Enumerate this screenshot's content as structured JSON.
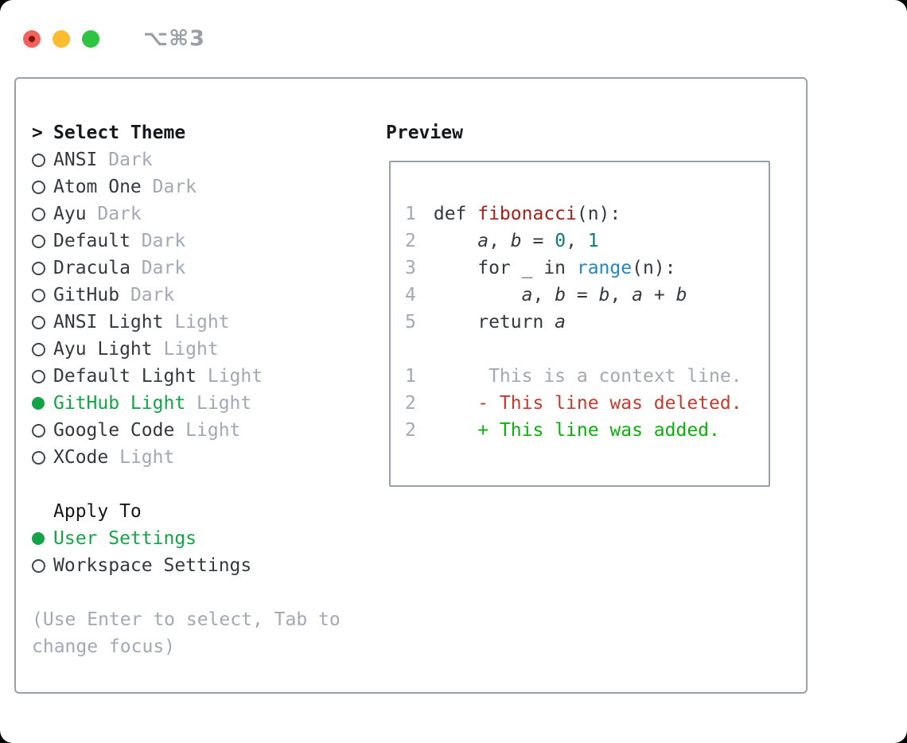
{
  "colors": {
    "border": "#98a1ab",
    "fg": "#34383f",
    "fg-dark": "#16181c",
    "muted": "#a0a9b4",
    "green-select": "#14a447",
    "add": "#0cb00c",
    "del": "#c33b2e",
    "func": "#a52016",
    "numlit": "#0c7b77",
    "builtin": "#2287c9",
    "title-gray": "#989fa5",
    "tl-red": "#f4615a",
    "tl-red-dot": "#7c1512",
    "tl-yellow": "#fbbc2e",
    "tl-green": "#2fc342"
  },
  "window": {
    "title": "⌥⌘3"
  },
  "theme_picker": {
    "header_prefix": ">",
    "header_label": "Select Theme",
    "themes": [
      {
        "name": "ANSI",
        "variant": "Dark",
        "selected": false
      },
      {
        "name": "Atom One",
        "variant": "Dark",
        "selected": false
      },
      {
        "name": "Ayu",
        "variant": "Dark",
        "selected": false
      },
      {
        "name": "Default",
        "variant": "Dark",
        "selected": false
      },
      {
        "name": "Dracula",
        "variant": "Dark",
        "selected": false
      },
      {
        "name": "GitHub",
        "variant": "Dark",
        "selected": false
      },
      {
        "name": "ANSI Light",
        "variant": "Light",
        "selected": false
      },
      {
        "name": "Ayu Light",
        "variant": "Light",
        "selected": false
      },
      {
        "name": "Default Light",
        "variant": "Light",
        "selected": false
      },
      {
        "name": "GitHub Light",
        "variant": "Light",
        "selected": true
      },
      {
        "name": "Google Code",
        "variant": "Light",
        "selected": false
      },
      {
        "name": "XCode",
        "variant": "Light",
        "selected": false
      }
    ],
    "apply_to_label": "Apply To",
    "apply_options": [
      {
        "name": "User Settings",
        "selected": true
      },
      {
        "name": "Workspace Settings",
        "selected": false
      }
    ],
    "help_text": "(Use Enter to select, Tab to change focus)"
  },
  "preview": {
    "title": "Preview",
    "lines": [
      {
        "num": "1",
        "tokens": [
          {
            "t": "def ",
            "c": "fg"
          },
          {
            "t": "fibonacci",
            "c": "func"
          },
          {
            "t": "(n):",
            "c": "fg"
          }
        ]
      },
      {
        "num": "2",
        "tokens": [
          {
            "t": "    ",
            "c": "fg"
          },
          {
            "t": "a",
            "c": "fg",
            "i": 1
          },
          {
            "t": ", ",
            "c": "fg"
          },
          {
            "t": "b",
            "c": "fg",
            "i": 1
          },
          {
            "t": " = ",
            "c": "fg"
          },
          {
            "t": "0",
            "c": "numlit"
          },
          {
            "t": ", ",
            "c": "fg"
          },
          {
            "t": "1",
            "c": "numlit"
          }
        ]
      },
      {
        "num": "3",
        "tokens": [
          {
            "t": "    for _ in ",
            "c": "fg"
          },
          {
            "t": "range",
            "c": "builtin"
          },
          {
            "t": "(n):",
            "c": "fg"
          }
        ]
      },
      {
        "num": "4",
        "tokens": [
          {
            "t": "        ",
            "c": "fg"
          },
          {
            "t": "a",
            "c": "fg",
            "i": 1
          },
          {
            "t": ", ",
            "c": "fg"
          },
          {
            "t": "b",
            "c": "fg",
            "i": 1
          },
          {
            "t": " = ",
            "c": "fg"
          },
          {
            "t": "b",
            "c": "fg",
            "i": 1
          },
          {
            "t": ", ",
            "c": "fg"
          },
          {
            "t": "a",
            "c": "fg",
            "i": 1
          },
          {
            "t": " + ",
            "c": "fg"
          },
          {
            "t": "b",
            "c": "fg",
            "i": 1
          }
        ]
      },
      {
        "num": "5",
        "tokens": [
          {
            "t": "    return ",
            "c": "fg"
          },
          {
            "t": "a",
            "c": "fg",
            "i": 1
          }
        ]
      },
      {
        "num": "",
        "tokens": []
      },
      {
        "num": "1",
        "tokens": [
          {
            "t": "     This is a context line.",
            "c": "muted"
          }
        ]
      },
      {
        "num": "2",
        "tokens": [
          {
            "t": "    ",
            "c": "fg"
          },
          {
            "t": "- This line was deleted.",
            "c": "del"
          }
        ]
      },
      {
        "num": "2",
        "tokens": [
          {
            "t": "    ",
            "c": "fg"
          },
          {
            "t": "+ This line was added.",
            "c": "add"
          }
        ]
      }
    ]
  }
}
